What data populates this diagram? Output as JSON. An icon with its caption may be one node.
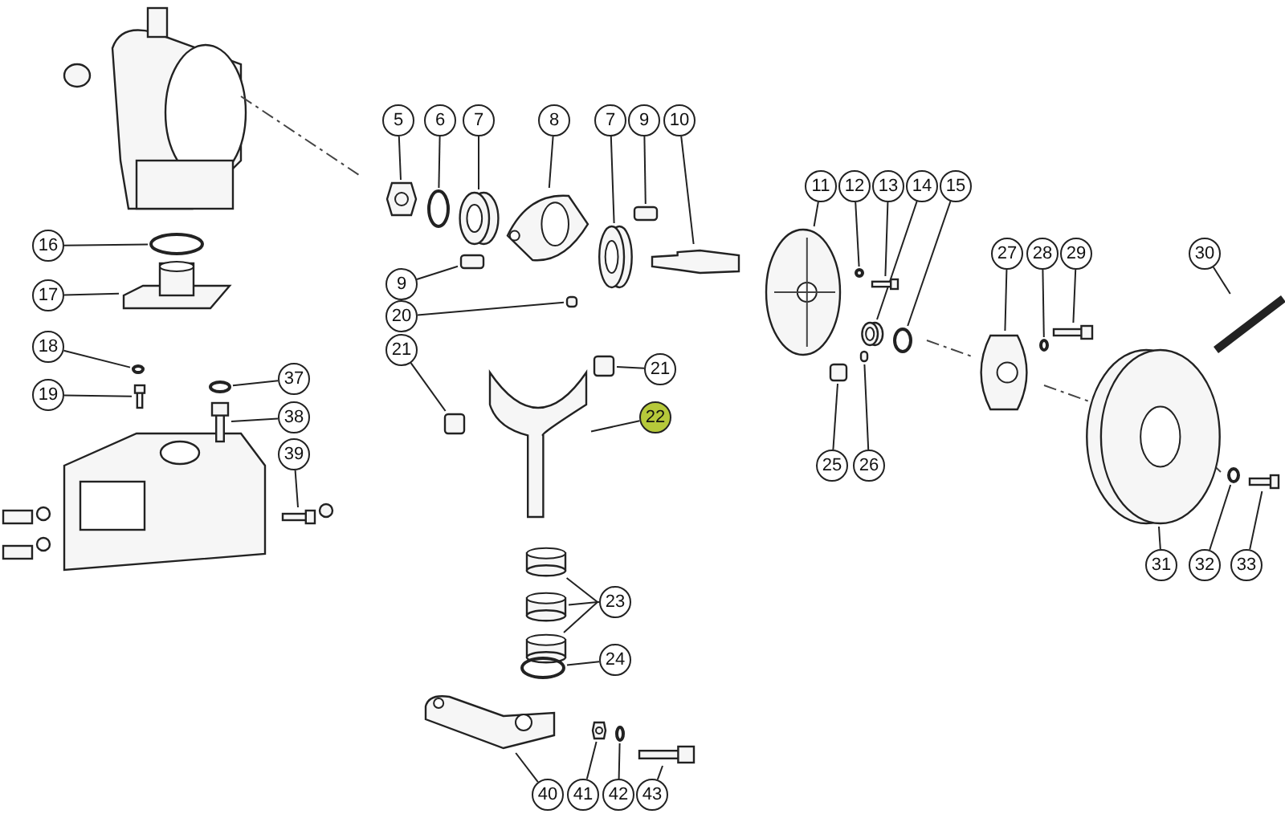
{
  "diagram": {
    "nodes": [
      {
        "text": [
          "5"
        ]
      },
      {
        "text": [],
        "shape": "picture"
      },
      {
        "text": [
          "6"
        ]
      },
      {
        "text": [],
        "shape": "circle"
      },
      {
        "text": [
          "7"
        ]
      },
      {
        "text": [],
        "shape": "picture"
      },
      {
        "text": [
          "8"
        ]
      },
      {
        "text": [],
        "shape": "picture"
      },
      {
        "text": [
          "7"
        ]
      },
      {
        "text": [],
        "shape": "picture"
      },
      {
        "text": [
          "9"
        ]
      },
      {
        "text": [],
        "shape": "box"
      },
      {
        "text": [
          "10"
        ]
      },
      {
        "text": [],
        "shape": "bar"
      },
      {
        "text": [
          "11"
        ]
      },
      {
        "text": [],
        "shape": "picture"
      },
      {
        "text": [
          "12"
        ]
      },
      {
        "text": [],
        "shape": "circle"
      },
      {
        "text": [
          "13"
        ]
      },
      {
        "text": [],
        "shape": "picture"
      },
      {
        "text": [
          "14"
        ]
      },
      {
        "text": [],
        "shape": "picture"
      },
      {
        "text": [
          "15"
        ]
      },
      {
        "text": [],
        "shape": "circle"
      },
      {
        "text": [
          "16"
        ]
      },
      {
        "text": [],
        "shape": "circle"
      },
      {
        "text": [
          "17"
        ]
      },
      {
        "text": [],
        "shape": "picture"
      },
      {
        "text": [
          "27"
        ]
      },
      {
        "text": [],
        "shape": "picture"
      },
      {
        "text": [
          "28"
        ]
      },
      {
        "text": [],
        "shape": "circle"
      },
      {
        "text": [
          "29"
        ]
      },
      {
        "text": [],
        "shape": "picture"
      },
      {
        "text": [
          "30"
        ]
      },
      {
        "text": [],
        "shape": "picture"
      },
      {
        "text": [
          "9"
        ]
      },
      {
        "text": [],
        "shape": "box"
      },
      {
        "text": [
          "20"
        ]
      },
      {
        "text": [],
        "shape": "box"
      },
      {
        "text": [
          "18"
        ]
      },
      {
        "text": [],
        "shape": "circle"
      },
      {
        "text": [
          "21"
        ]
      },
      {
        "text": [],
        "shape": "box"
      },
      {
        "text": [
          "21"
        ]
      },
      {
        "text": [],
        "shape": "box"
      },
      {
        "text": [
          "22"
        ]
      },
      {
        "text": [],
        "shape": "picture"
      },
      {
        "text": [
          "37"
        ]
      },
      {
        "text": [],
        "shape": "circle"
      },
      {
        "text": [
          "19"
        ]
      },
      {
        "text": [],
        "shape": "picture"
      },
      {
        "text": [
          "38"
        ]
      },
      {
        "text": [],
        "shape": "picture"
      },
      {
        "text": [
          "39"
        ]
      },
      {
        "text": [],
        "shape": "picture"
      },
      {
        "text": [
          "25"
        ]
      },
      {
        "text": [],
        "shape": "box"
      },
      {
        "text": [
          "26"
        ]
      },
      {
        "text": [],
        "shape": "box"
      },
      {
        "text": [
          "31"
        ]
      },
      {
        "text": [],
        "shape": "picture"
      },
      {
        "text": [
          "32"
        ]
      },
      {
        "text": [],
        "shape": "circle"
      },
      {
        "text": [
          "33"
        ]
      },
      {
        "text": [],
        "shape": "picture"
      },
      {
        "text": [
          "23"
        ]
      },
      {
        "text": [],
        "shape": "cylinder"
      },
      {
        "text": [],
        "shape": "cylinder"
      },
      {
        "text": [],
        "shape": "cylinder"
      },
      {
        "text": [
          "24"
        ]
      },
      {
        "text": [],
        "shape": "circle"
      },
      {
        "text": [
          "40"
        ]
      },
      {
        "text": [],
        "shape": "picture"
      },
      {
        "text": [
          "41"
        ]
      },
      {
        "text": [],
        "shape": "picture"
      },
      {
        "text": [
          "42"
        ]
      },
      {
        "text": [],
        "shape": "circle"
      },
      {
        "text": [
          "43"
        ]
      },
      {
        "text": [],
        "shape": "picture"
      }
    ],
    "edges": [
      {
        "from": 0,
        "to": 1,
        "arrow": "none"
      },
      {
        "from": 2,
        "to": 3,
        "arrow": "none"
      },
      {
        "from": 4,
        "to": 5,
        "arrow": "none"
      },
      {
        "from": 6,
        "to": 7,
        "arrow": "none"
      },
      {
        "from": 8,
        "to": 9,
        "arrow": "none"
      },
      {
        "from": 10,
        "to": 11,
        "arrow": "none"
      },
      {
        "from": 12,
        "to": 13,
        "arrow": "none"
      },
      {
        "from": 14,
        "to": 15,
        "arrow": "none"
      },
      {
        "from": 16,
        "to": 17,
        "arrow": "none"
      },
      {
        "from": 18,
        "to": 19,
        "arrow": "none"
      },
      {
        "from": 20,
        "to": 21,
        "arrow": "none"
      },
      {
        "from": 22,
        "to": 23,
        "arrow": "none"
      },
      {
        "from": 24,
        "to": 25,
        "arrow": "none"
      },
      {
        "from": 26,
        "to": 27,
        "arrow": "none"
      },
      {
        "from": 28,
        "to": 29,
        "arrow": "none"
      },
      {
        "from": 30,
        "to": 31,
        "arrow": "none"
      },
      {
        "from": 32,
        "to": 33,
        "arrow": "none"
      },
      {
        "from": 34,
        "to": 35,
        "arrow": "none"
      },
      {
        "from": 36,
        "to": 37,
        "arrow": "none"
      },
      {
        "from": 38,
        "to": 39,
        "arrow": "none"
      },
      {
        "from": 40,
        "to": 41,
        "arrow": "none"
      },
      {
        "from": 42,
        "to": 43,
        "arrow": "none"
      },
      {
        "from": 44,
        "to": 45,
        "arrow": "none"
      },
      {
        "from": 46,
        "to": 47,
        "arrow": "none"
      },
      {
        "from": 48,
        "to": 49,
        "arrow": "none"
      },
      {
        "from": 50,
        "to": 51,
        "arrow": "none"
      },
      {
        "from": 52,
        "to": 53,
        "arrow": "none"
      },
      {
        "from": 54,
        "to": 55,
        "arrow": "none"
      },
      {
        "from": 56,
        "to": 57,
        "arrow": "none"
      },
      {
        "from": 58,
        "to": 59,
        "arrow": "none"
      },
      {
        "from": 60,
        "to": 61,
        "arrow": "none"
      },
      {
        "from": 62,
        "to": 63,
        "arrow": "none"
      },
      {
        "from": 64,
        "to": 65,
        "arrow": "none"
      },
      {
        "from": 66,
        "to": 67,
        "arrow": "none"
      },
      {
        "from": 66,
        "to": 68,
        "arrow": "none"
      },
      {
        "from": 66,
        "to": 69,
        "arrow": "none"
      },
      {
        "from": 70,
        "to": 71,
        "arrow": "none"
      },
      {
        "from": 72,
        "to": 73,
        "arrow": "none"
      },
      {
        "from": 74,
        "to": 75,
        "arrow": "none"
      },
      {
        "from": 76,
        "to": 77,
        "arrow": "none"
      },
      {
        "from": 78,
        "to": 79,
        "arrow": "none"
      }
    ]
  }
}
